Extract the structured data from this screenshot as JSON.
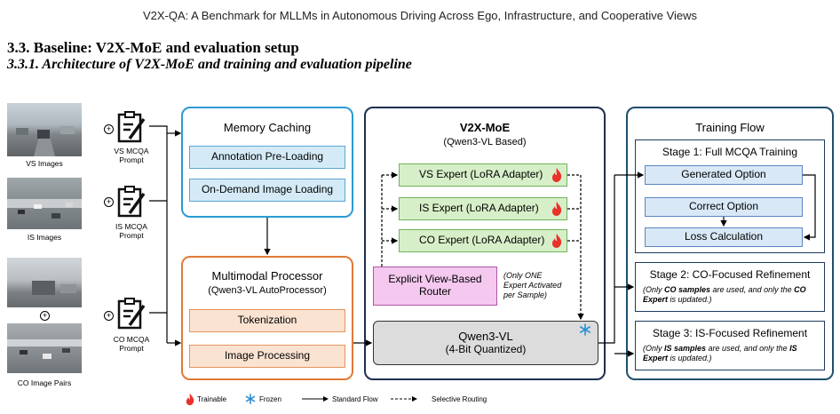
{
  "header": {
    "running_title": "V2X-QA: A Benchmark for MLLMs in Autonomous Driving Across Ego, Infrastructure, and Cooperative Views",
    "section": "3.3.  Baseline: V2X-MoE and evaluation setup",
    "subsection": "3.3.1.  Architecture of V2X-MoE and training and evaluation pipeline"
  },
  "inputs": {
    "vs_caption": "VS Images",
    "is_caption": "IS Images",
    "co_caption": "CO Image Pairs",
    "vs_prompt": "VS MCQA\nPrompt",
    "is_prompt": "IS MCQA\nPrompt",
    "co_prompt": "CO MCQA\nPrompt",
    "plus_symbol": "+"
  },
  "memory": {
    "title": "Memory Caching",
    "item1": "Annotation Pre-Loading",
    "item2": "On-Demand Image Loading"
  },
  "processor": {
    "title": "Multimodal Processor",
    "subtitle": "(Qwen3-VL AutoProcessor)",
    "item1": "Tokenization",
    "item2": "Image Processing"
  },
  "moe": {
    "title": "V2X-MoE",
    "subtitle": "(Qwen3-VL Based)",
    "vs_expert": "VS Expert (LoRA Adapter)",
    "is_expert": "IS Expert (LoRA Adapter)",
    "co_expert": "CO Expert (LoRA Adapter)",
    "router": "Explicit View-Based\nRouter",
    "router_note": "(Only ONE\nExpert Activated\nper Sample)",
    "backbone_title": "Qwen3-VL",
    "backbone_sub": "(4-Bit Quantized)"
  },
  "training": {
    "title": "Training Flow",
    "stage1_title": "Stage 1: Full MCQA Training",
    "stage1_item1": "Generated Option",
    "stage1_item2": "Correct Option",
    "stage1_item3": "Loss Calculation",
    "stage2_title": "Stage 2: CO-Focused Refinement",
    "stage2_note_a": "(Only ",
    "stage2_note_b": "CO samples",
    "stage2_note_c": " are used, and only the ",
    "stage2_note_d": "CO Expert",
    "stage2_note_e": " is updated.)",
    "stage3_title": "Stage 3: IS-Focused Refinement",
    "stage3_note_a": "(Only ",
    "stage3_note_b": "IS samples",
    "stage3_note_c": " are used, and only the ",
    "stage3_note_d": "IS Expert",
    "stage3_note_e": " is updated.)"
  },
  "legend": {
    "trainable": "Trainable",
    "frozen": "Frozen",
    "standard": "Standard Flow",
    "selective": "Selective Routing"
  },
  "colors": {
    "memory_border": "#2b9bd4",
    "processor_border": "#e07a36",
    "moe_border": "#1e2f4f",
    "training_border": "#1e4f6e",
    "router_fill": "#f4c8ef",
    "router_border": "#b256a6",
    "backbone_fill": "#dcdcdc",
    "flame": "#e8322a",
    "snowflake": "#2c8fd4"
  }
}
